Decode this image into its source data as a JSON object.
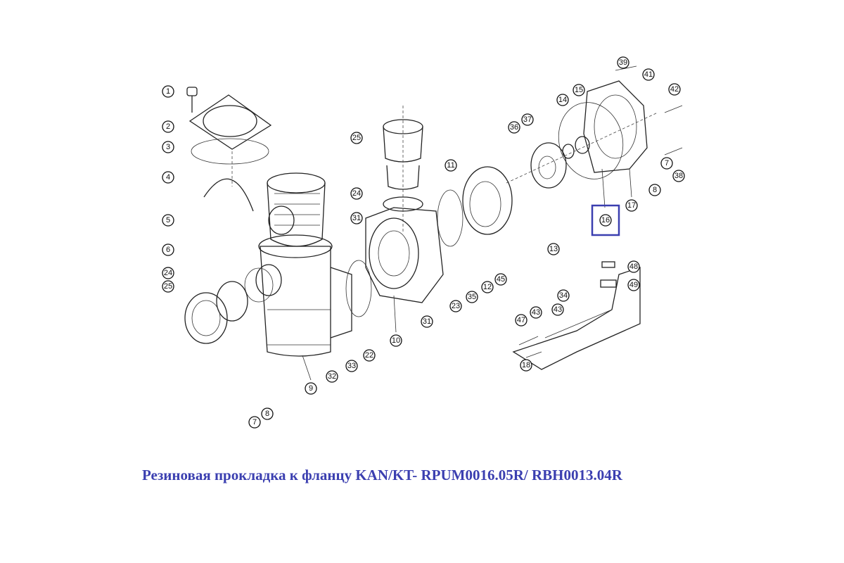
{
  "caption": "Резиновая прокладка к фланцу KAN/KT- RPUM0016.05R/ RBH0013.04R",
  "highlighted_part": "16",
  "highlight_color": "#3b3fb0",
  "part_labels": [
    "1",
    "2",
    "3",
    "4",
    "5",
    "6",
    "24",
    "25",
    "7",
    "8",
    "9",
    "32",
    "33",
    "22",
    "10",
    "31",
    "31",
    "24",
    "25",
    "11",
    "23",
    "35",
    "12",
    "45",
    "36",
    "37",
    "14",
    "15",
    "13",
    "17",
    "8",
    "38",
    "7",
    "42",
    "41",
    "39",
    "48",
    "49",
    "34",
    "43",
    "43",
    "47",
    "18"
  ]
}
